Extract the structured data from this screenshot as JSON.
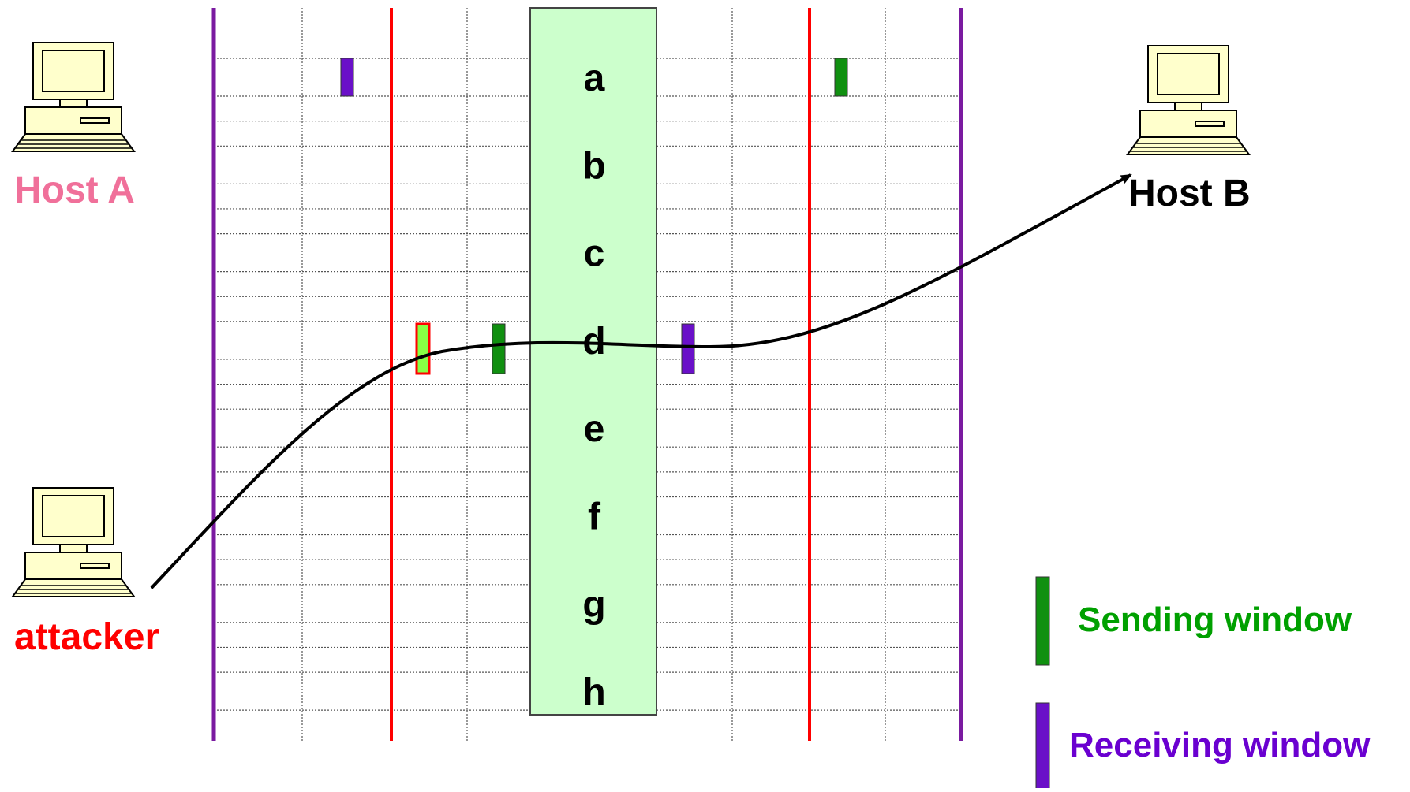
{
  "hosts": {
    "host_a": {
      "label": "Host A",
      "color": "#f0709a"
    },
    "host_b": {
      "label": "Host B",
      "color": "#000000"
    },
    "attacker": {
      "label": "attacker",
      "color": "#ff0000"
    }
  },
  "sequence": {
    "letters": [
      "a",
      "b",
      "c",
      "d",
      "e",
      "f",
      "g",
      "h"
    ]
  },
  "legend": {
    "sending": {
      "label": "Sending window",
      "color": "#00a000"
    },
    "receiving": {
      "label": "Receiving window",
      "color": "#6a00d0"
    }
  },
  "colors": {
    "outer_boundary": "#7a1aa0",
    "window_boundary": "#ff0000",
    "sequence_fill": "#ccffcc",
    "sending_marker": "#109010",
    "receiving_marker": "#6a10c8",
    "injected_marker_fill": "#88ff44",
    "injected_marker_border": "#ff0000",
    "computer_body": "#ffffcc"
  },
  "icons": [
    "computer-icon",
    "computer-icon",
    "computer-icon"
  ]
}
